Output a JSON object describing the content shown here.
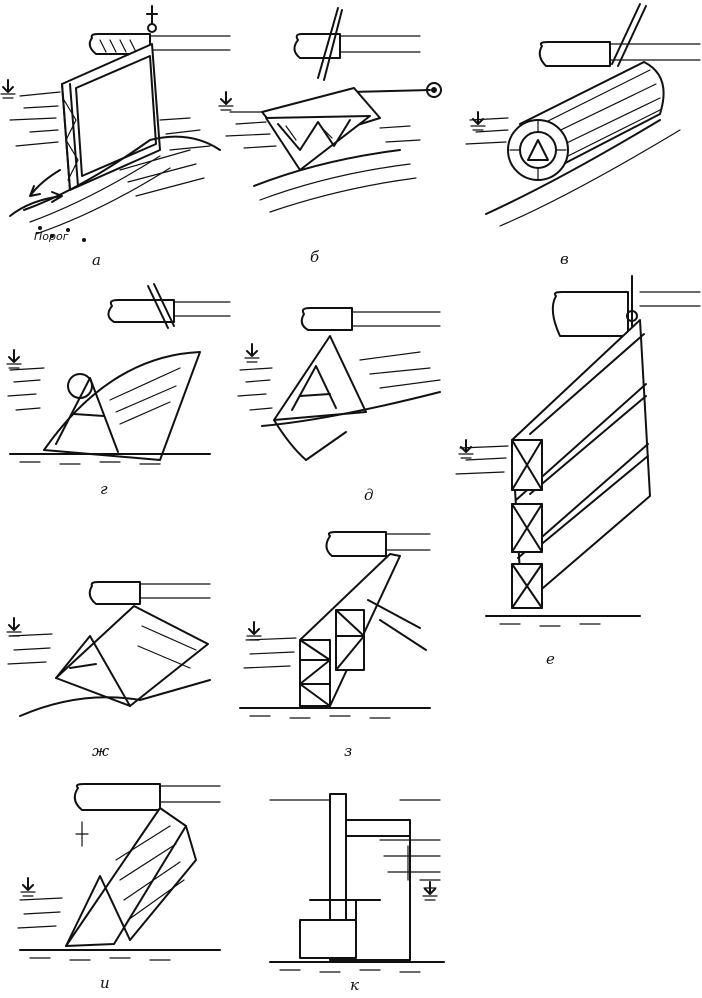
{
  "panels": [
    {
      "id": "a",
      "label": "а",
      "note": "Порог"
    },
    {
      "id": "b",
      "label": "б"
    },
    {
      "id": "v",
      "label": "в"
    },
    {
      "id": "g",
      "label": "г"
    },
    {
      "id": "d",
      "label": "д"
    },
    {
      "id": "e",
      "label": "е"
    },
    {
      "id": "zh",
      "label": "ж"
    },
    {
      "id": "z",
      "label": "з"
    },
    {
      "id": "i",
      "label": "и"
    },
    {
      "id": "k",
      "label": "к"
    }
  ]
}
